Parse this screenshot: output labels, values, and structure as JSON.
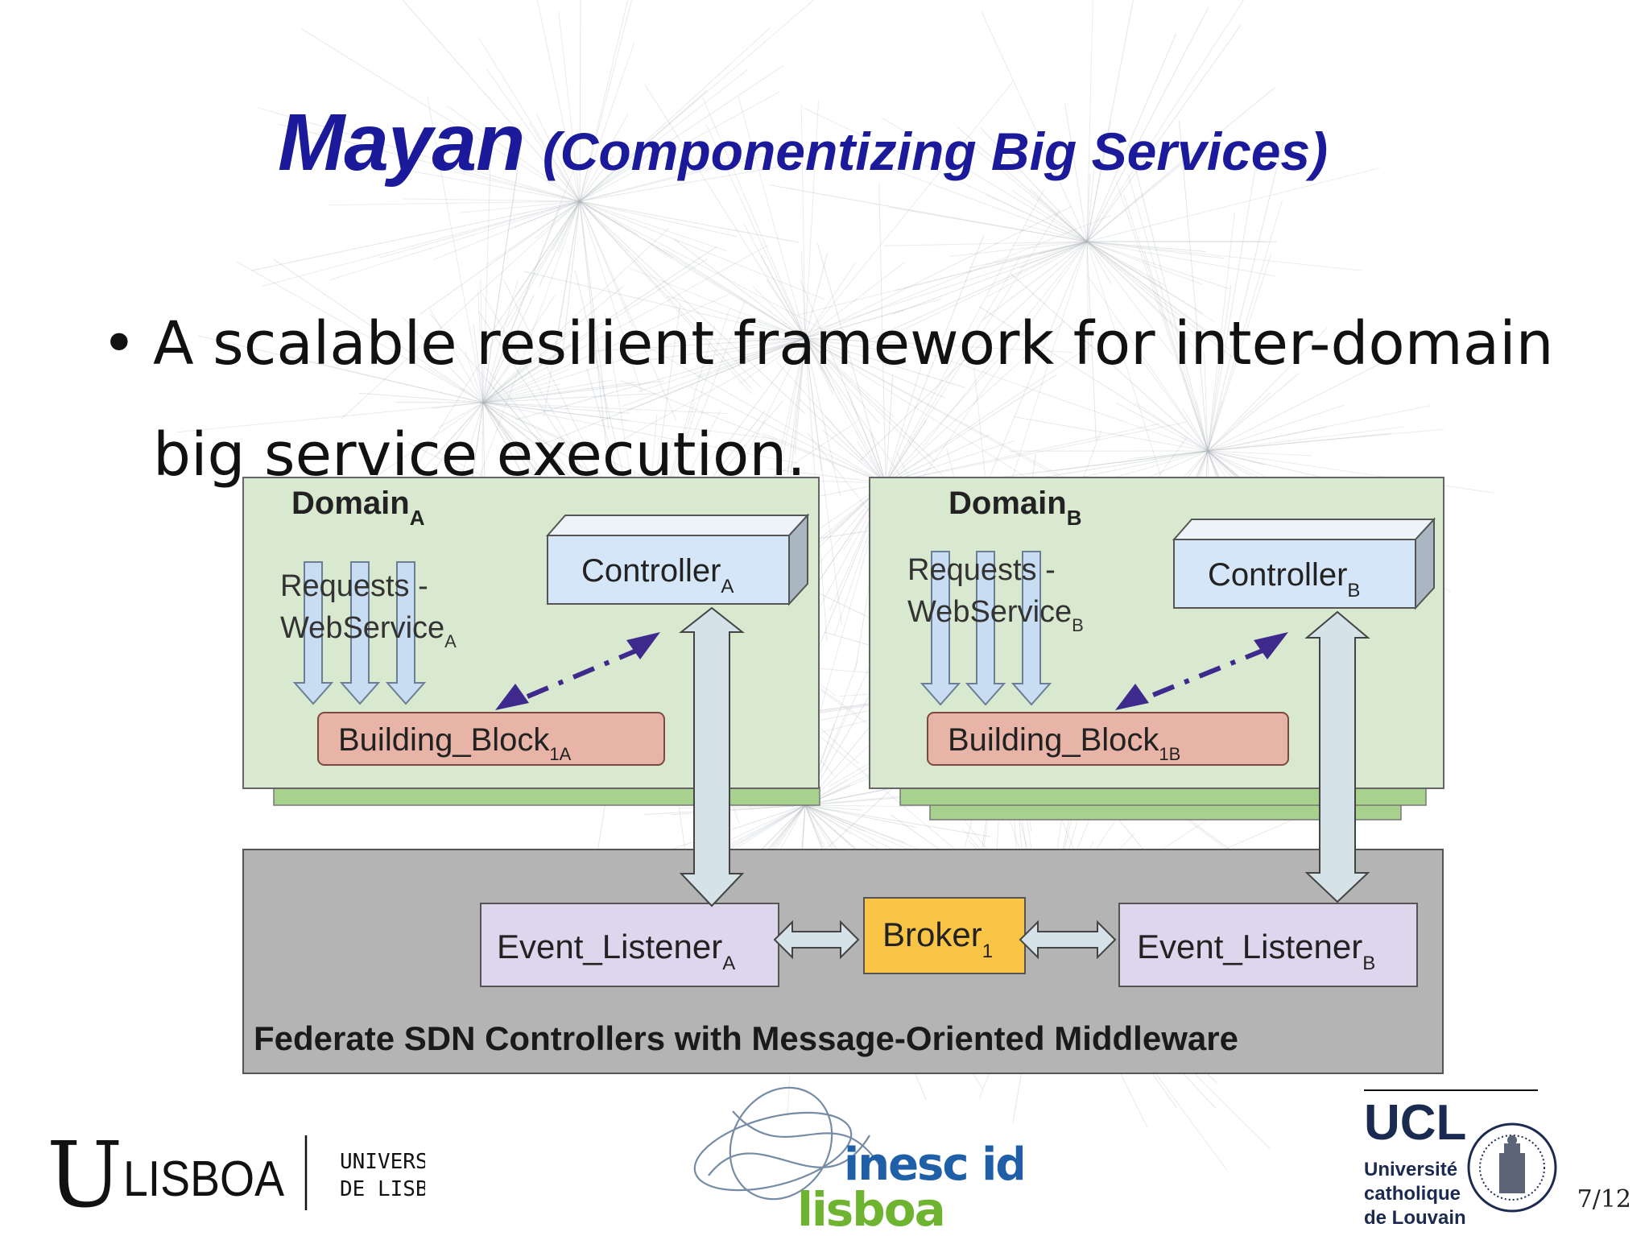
{
  "slide": {
    "title_main": "Mayan",
    "title_sub": "(Componentizing Big Services)",
    "bullet_symbol": "•",
    "bullet_text": "A scalable resilient framework for inter-domain big service execution.",
    "page_number": "7/12"
  },
  "diagram": {
    "domain_a": {
      "label": "Domain",
      "sub": "A",
      "controller": "Controller",
      "controller_sub": "A",
      "requests_line1": "Requests -",
      "requests_line2": "WebService",
      "requests_sub": "A",
      "building_block": "Building_Block",
      "building_block_sub": "1A"
    },
    "domain_b": {
      "label": "Domain",
      "sub": "B",
      "controller": "Controller",
      "controller_sub": "B",
      "requests_line1": "Requests -",
      "requests_line2": "WebService",
      "requests_sub": "B",
      "building_block": "Building_Block",
      "building_block_sub": "1B"
    },
    "middleware": {
      "caption": "Federate SDN Controllers with Message-Oriented Middleware",
      "event_listener_a": "Event_Listener",
      "event_listener_a_sub": "A",
      "broker": "Broker",
      "broker_sub": "1",
      "event_listener_b": "Event_Listener",
      "event_listener_b_sub": "B"
    },
    "colors": {
      "domain_fill": "#d9e9cf",
      "domain_shadow": "#a9d18e",
      "controller_fill": "#d4e6f7",
      "building_block_fill": "#e8b4a8",
      "middleware_fill": "#b4b4b4",
      "event_listener_fill": "#ddd6ec",
      "broker_fill": "#fac546",
      "request_arrow_fill": "#c8dcf2",
      "control_arrow_fill": "#d5e3e8",
      "dashed_arrow": "#3d2a8c"
    }
  },
  "logos": {
    "ulisboa_mark": "U",
    "ulisboa_name": "LISBOA",
    "ulisboa_full_1": "UNIVERSIDADE",
    "ulisboa_full_2": "DE LISBOA",
    "inesc_top": "inesc id",
    "inesc_bottom": "lisboa",
    "ucl_mark": "UCL",
    "ucl_line1": "Université",
    "ucl_line2": "catholique",
    "ucl_line3": "de Louvain"
  },
  "title_color": "#1a1a9a"
}
